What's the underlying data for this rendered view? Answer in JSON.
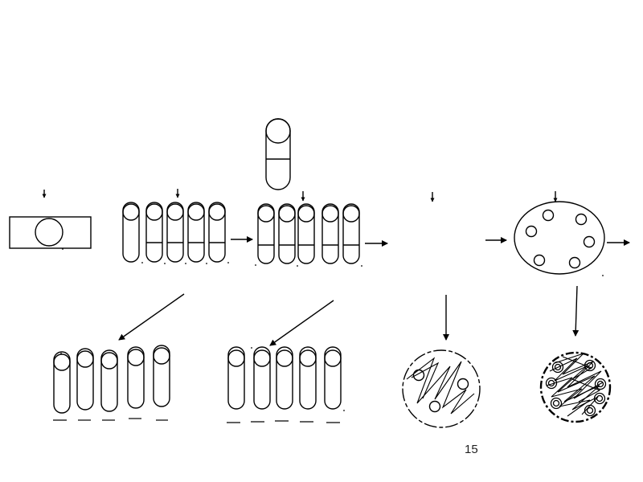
{
  "slide": {
    "page_number": "15"
  },
  "colors": {
    "stroke": "#000000",
    "background": "#ffffff"
  },
  "icons": {
    "stage_marker": "small-down-arrow",
    "process_arrow": "right-arrow",
    "branch_arrow": "down-left-arrow",
    "zigzag_cell": "zigzag-circle"
  }
}
